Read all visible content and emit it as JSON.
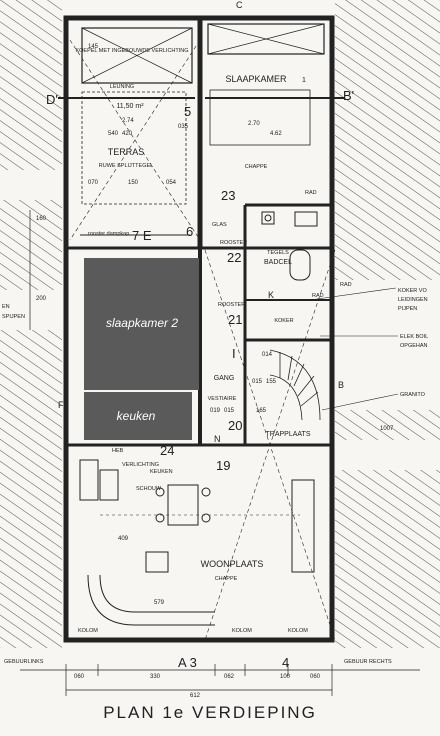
{
  "drawing_title": "PLAN 1e VERDIEPING",
  "section_markers": {
    "d_left": "D'",
    "b_right": "B'",
    "b_side": "B",
    "f_side": "F",
    "c_top": "C",
    "a3": "A 3",
    "four": "4"
  },
  "rooms": {
    "koepel": "KOEPEL MET INGEBOUWDE VERLICHTING",
    "leuning": "LEUNING",
    "area": "11,50 m²",
    "terras": "TERRAS",
    "ruwe_tegel": "RUWE SPLIJTTEGEL",
    "slaapkamer": "SLAAPKAMER",
    "slaapkamer_no": "1",
    "chappe_top": "CHAPPE",
    "badcel": "BADCEL",
    "tegels": "TEGELS",
    "koker": "KOKER",
    "gang": "GANG",
    "trapplaats": "TRAPPLAATS",
    "vestiaire": "VESTIAIRE",
    "woonplaats": "WOONPLAATS",
    "chappe_bottom": "CHAPPE",
    "heb": "HEB",
    "verlichting": "VERLICHTING",
    "keuken_small": "KEUKEN",
    "schouw": "SCHOUW",
    "kolom_left": "KOLOM",
    "kolom_mid": "KOLOM",
    "kolom_right": "KOLOM",
    "glas": "GLAS",
    "rooster_top": "ROOSTER",
    "rooster_mid": "ROOSTER",
    "rooster_dampkap": "rooster dampkap",
    "rad_top": "RAD",
    "rad_mid": "RAD",
    "rad_badcel": "RAD"
  },
  "numbers": {
    "n5": "5",
    "n6": "6",
    "n23": "23",
    "n22": "22",
    "n21": "21",
    "n20": "20",
    "n24": "24",
    "n19": "19",
    "n7e": "7 E",
    "nI": "I",
    "nK": "K",
    "nN": "N"
  },
  "overlays": {
    "slaapkamer2": "slaapkamer 2",
    "keuken": "keuken"
  },
  "dimensions": {
    "d_274": "2.74",
    "d_270": "2.70",
    "d_462": "4.62",
    "d_540": "540",
    "d_420": "420",
    "d_070": "070",
    "d_150": "150",
    "d_054": "054",
    "d_035": "035",
    "d_160": "160",
    "d_200": "200",
    "d_145": "145",
    "d_014": "014",
    "d_015a": "015",
    "d_155": "155",
    "d_165": "165",
    "d_019": "019",
    "d_015b": "015",
    "d_579": "579",
    "d_409": "409",
    "d_060a": "060",
    "d_330": "330",
    "d_062": "062",
    "d_100": "100",
    "d_060b": "060",
    "d_612": "612",
    "d_1007": "1007"
  },
  "annotations": {
    "koker_vo": "KOKER VO",
    "leidingen": "LEIDINGEN",
    "pijpen": "PIJPEN",
    "elek_boil": "ELEK BOIL",
    "opgehan": "OPGEHAN",
    "granito": "GRANITO",
    "spijpen_left": "EN",
    "spijpen_left2": "SPIJPEN",
    "gebuur_links": "GEBUURLINKS",
    "gebuur_rechts": "GEBUUR RECHTS"
  },
  "colors": {
    "overlay_fill": "#5a5a5a",
    "ink": "#222222",
    "paper": "#f7f6f3"
  }
}
